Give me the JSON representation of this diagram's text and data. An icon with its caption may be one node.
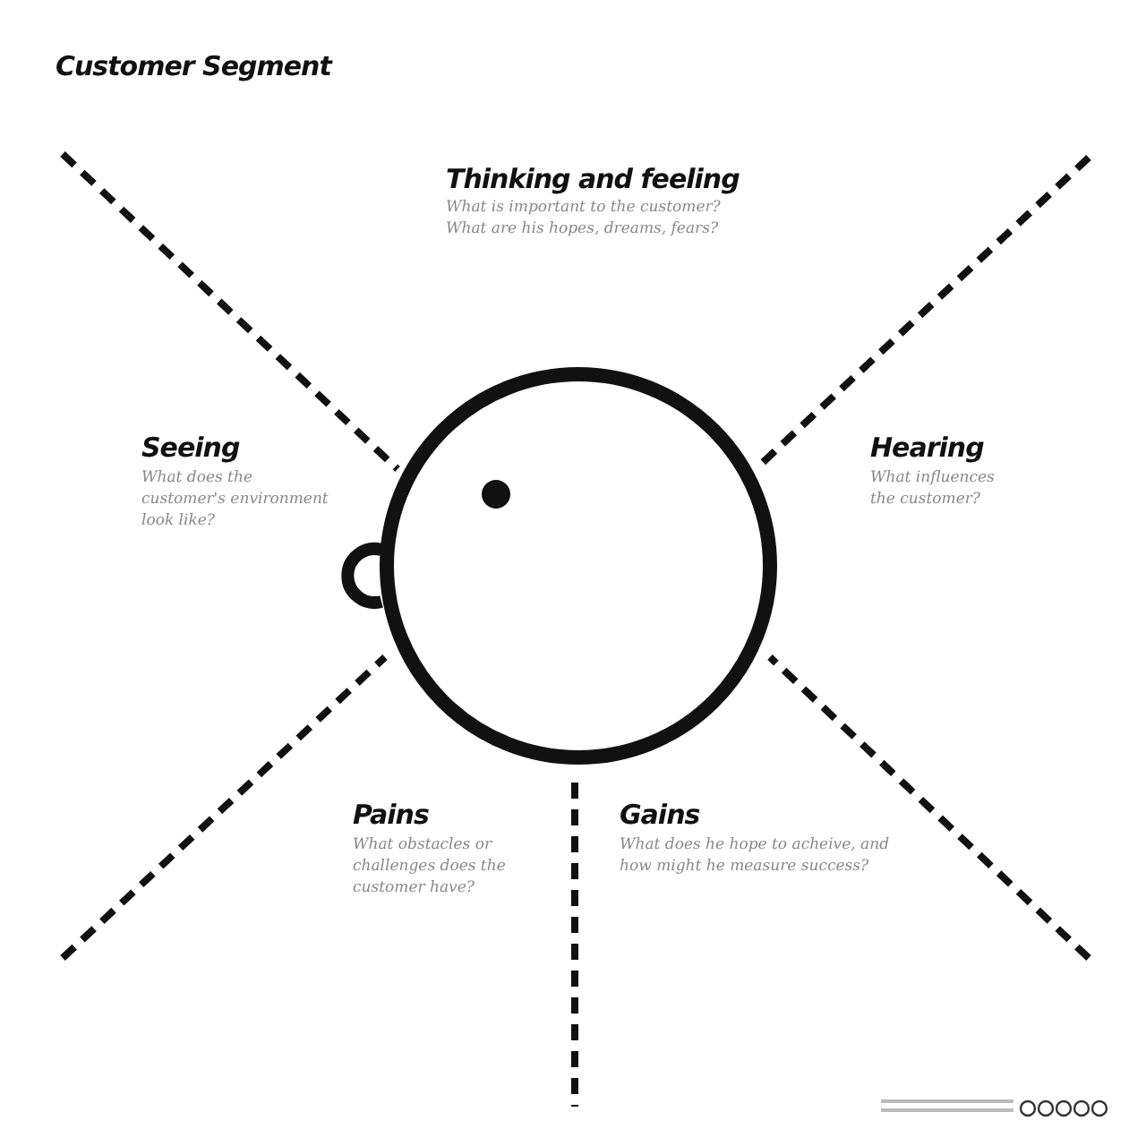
{
  "diagram": {
    "title": "Customer Segment",
    "labels": [
      "Thinking and feeling",
      "What is important to the customer? What are his hopes, dreams, fears?",
      "Seeing",
      "What does the customer's environment look like?",
      "Hearing",
      "What influences the customer?",
      "Pains",
      "What obstacles or challenges does the customer have?",
      "Gains",
      "What does he hope to acheive, and how might he measure success?"
    ]
  }
}
